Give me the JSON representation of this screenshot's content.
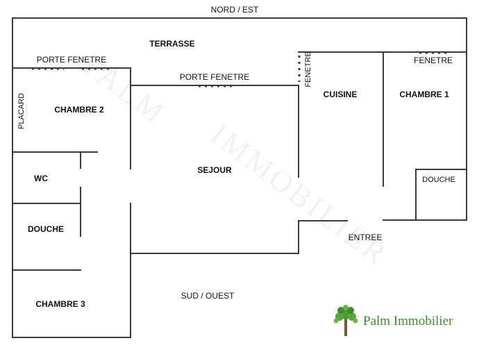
{
  "orientation": {
    "north_east": "NORD / EST",
    "south_west": "SUD / OUEST"
  },
  "rooms": {
    "terrasse": "TERRASSE",
    "chambre_2": "CHAMBRE 2",
    "placard": "PLACARD",
    "wc": "WC",
    "douche_left": "DOUCHE",
    "chambre_3": "CHAMBRE 3",
    "sejour": "SEJOUR",
    "cuisine": "CUISINE",
    "chambre_1": "CHAMBRE 1",
    "douche_right": "DOUCHE",
    "entree": "ENTREE"
  },
  "openings": {
    "porte_fenetre_left": "PORTE FENETRE",
    "porte_fenetre_center": "PORTE FENETRE",
    "fenetre_vertical": "FENETRE",
    "fenetre_right": "FENETRE"
  },
  "watermark": {
    "word1": "PALM",
    "word2": "IMMOBILIER"
  },
  "brand": {
    "name": "Palm Immobilier",
    "accent_color": "#3f8a2f",
    "icon": "palm-tree-icon"
  }
}
